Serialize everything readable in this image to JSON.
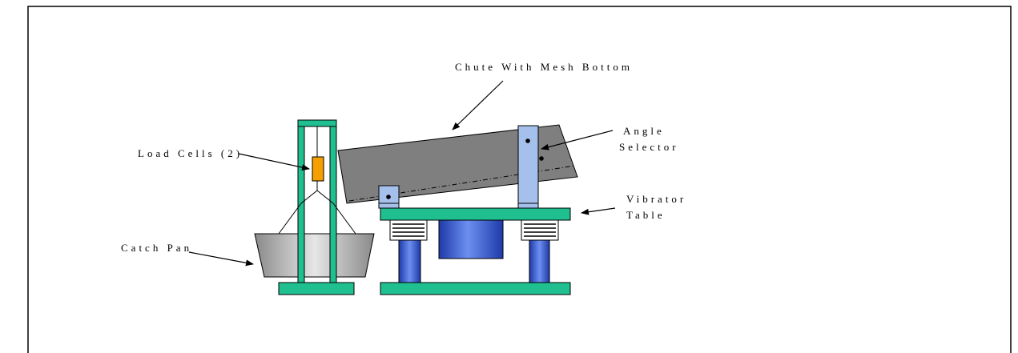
{
  "labels": {
    "chute": "Chute With Mesh Bottom",
    "angle_line1": "Angle",
    "angle_line2": "Selector",
    "load_cells": "Load Cells (2)",
    "vibrator_line1": "Vibrator",
    "vibrator_line2": "Table",
    "catch_pan": "Catch Pan"
  },
  "colors": {
    "frame_green": "#1fbf8f",
    "chute_gray": "#7f7f7f",
    "load_cell_orange": "#f5a000",
    "selector_blue": "#a6c0ec",
    "motor_blue": "#3a62d8",
    "spring_white": "#ffffff",
    "outline": "#000000"
  }
}
